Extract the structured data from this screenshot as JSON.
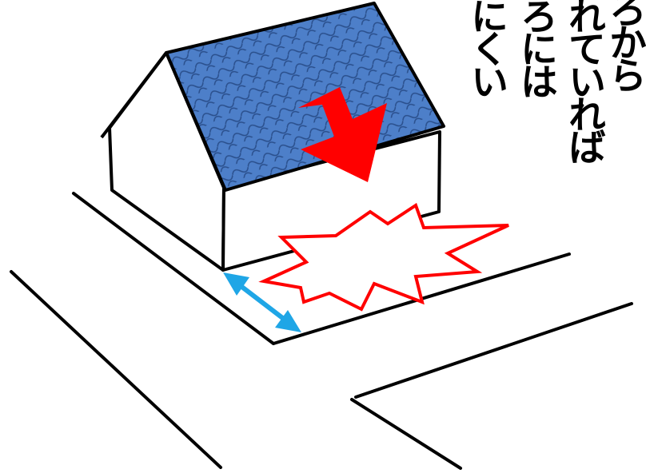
{
  "text_columns": [
    "ろから",
    "れていれば",
    "ろには",
    "にくい"
  ],
  "colors": {
    "roof": "#4d7fc9",
    "roof_pattern": "#2a4f8c",
    "arrow": "#ff0000",
    "burst_outline": "#ff0000",
    "distance_arrow": "#1fa6e6",
    "lines": "#000000",
    "background": "#ffffff"
  },
  "icons": {
    "roof_arrow": "down-arrow-icon",
    "impact": "impact-burst-icon",
    "distance": "double-arrow-icon"
  }
}
